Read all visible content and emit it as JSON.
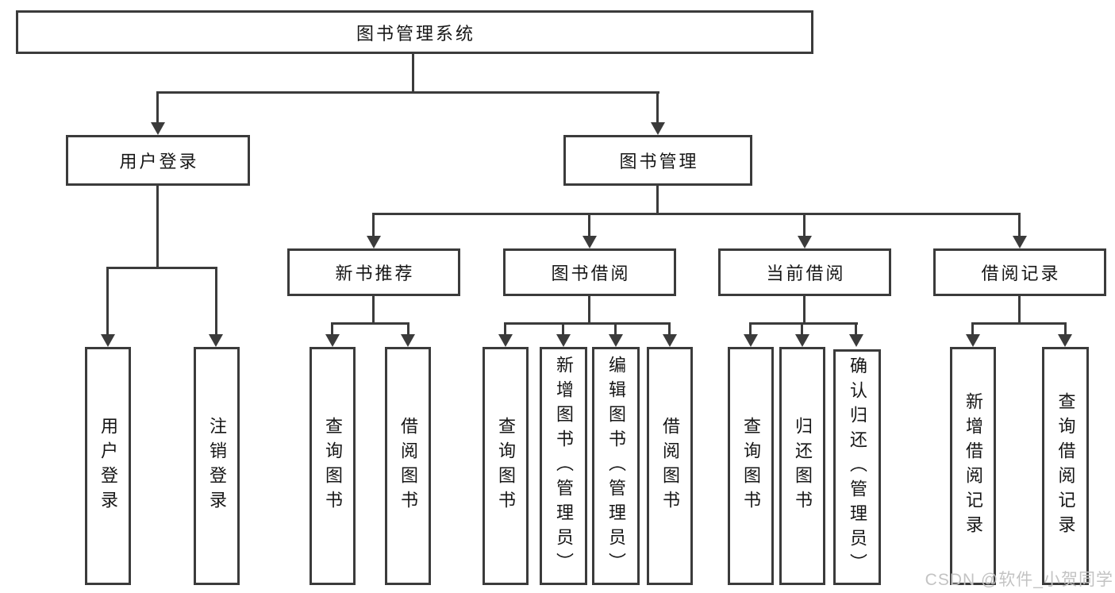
{
  "diagram": {
    "root": "图书管理系统",
    "branches": {
      "user_login": {
        "label": "用户登录",
        "children": [
          "用户登录",
          "注销登录"
        ]
      },
      "book_mgmt": {
        "label": "图书管理",
        "sections": {
          "new_book": {
            "label": "新书推荐",
            "children": [
              "查询图书",
              "借阅图书"
            ]
          },
          "book_borrow": {
            "label": "图书借阅",
            "children": [
              "查询图书",
              "新增图书（管理员）",
              "编辑图书（管理员）",
              "借阅图书"
            ]
          },
          "current_borrow": {
            "label": "当前借阅",
            "children": [
              "查询图书",
              "归还图书",
              "确认归还（管理员）"
            ]
          },
          "borrow_records": {
            "label": "借阅记录",
            "children": [
              "新增借阅记录",
              "查询借阅记录"
            ]
          }
        }
      }
    },
    "watermark": "CSDN @软件_小贺同学",
    "colors": {
      "line": "#3b3b3b",
      "text": "#161616",
      "watermark": "#c3c3c3",
      "background": "#ffffff"
    }
  }
}
